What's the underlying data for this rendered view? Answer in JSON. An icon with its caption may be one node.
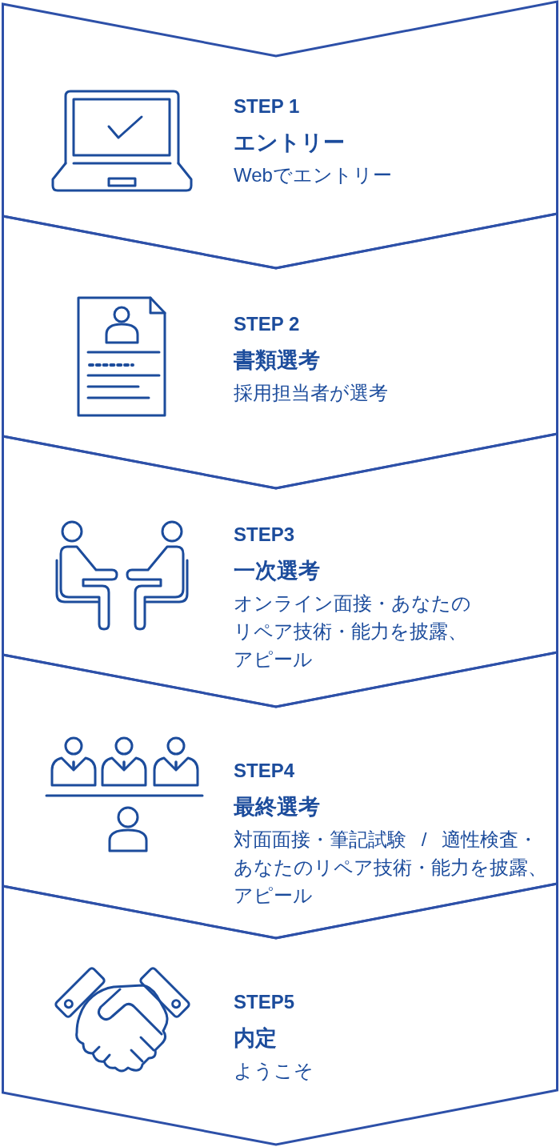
{
  "diagram": {
    "nodes": [
      {
        "text": [
          "STEP 1",
          "エントリー",
          "Webでエントリー"
        ]
      },
      {
        "text": [
          "STEP 2",
          "書類選考",
          "採用担当者が選考"
        ]
      },
      {
        "text": [
          "STEP3",
          "一次選考",
          "オンライン面接・あなたのリペア技術・能力を披露、アピール"
        ]
      },
      {
        "text": [
          "STEP4",
          "最終選考",
          "対面面接・筆記試験 / 適性検査・あなたのリペア技術・能力を披露、アピール"
        ]
      },
      {
        "text": [
          "STEP5",
          "内定",
          "ようこそ"
        ]
      }
    ]
  }
}
